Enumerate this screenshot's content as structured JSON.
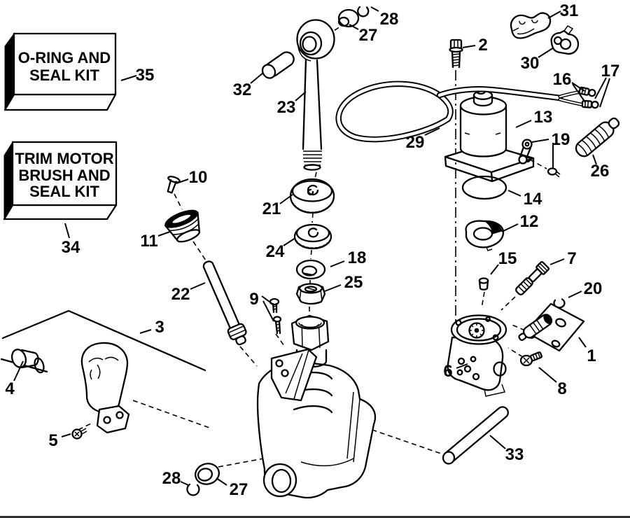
{
  "page": {
    "background": "#ffffff",
    "ink": "#000000",
    "bottom_edge": "#303030"
  },
  "kit_boxes": {
    "oring": {
      "line1": "O-RING AND",
      "line2": "SEAL KIT"
    },
    "trim": {
      "line1": "TRIM MOTOR",
      "line2": "BRUSH AND",
      "line3": "SEAL KIT"
    }
  },
  "callouts": {
    "c1": "1",
    "c2": "2",
    "c3": "3",
    "c4": "4",
    "c5": "5",
    "c6": "6",
    "c7": "7",
    "c8": "8",
    "c9": "9",
    "c10": "10",
    "c11": "11",
    "c12": "12",
    "c13": "13",
    "c14": "14",
    "c15": "15",
    "c16": "16",
    "c17": "17",
    "c18": "18",
    "c19": "19",
    "c20": "20",
    "c21": "21",
    "c22": "22",
    "c23": "23",
    "c24": "24",
    "c25": "25",
    "c26": "26",
    "c27": "27",
    "c28": "28",
    "c29": "29",
    "c30": "30",
    "c31": "31",
    "c32": "32",
    "c33": "33",
    "c34": "34",
    "c35": "35"
  }
}
